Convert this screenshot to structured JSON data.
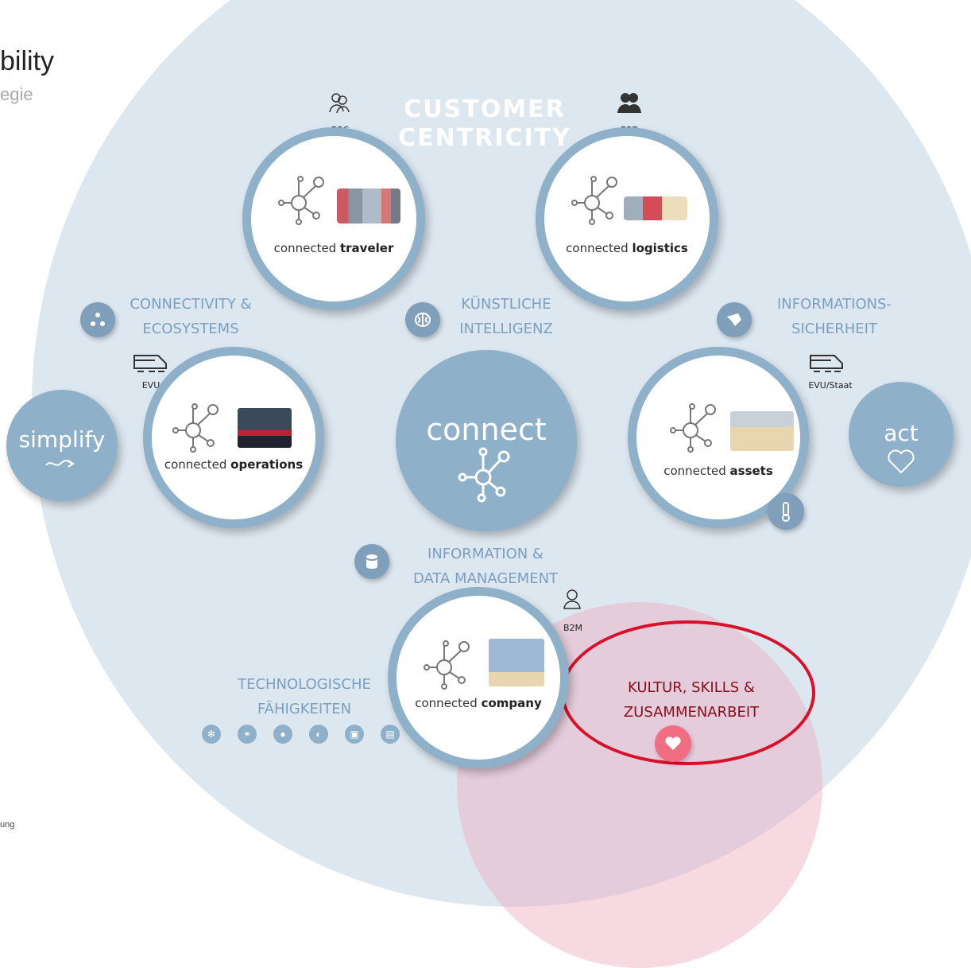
{
  "header": {
    "title": "bility",
    "subtitle": "egie"
  },
  "banner": {
    "line1": "CUSTOMER",
    "line2": "CENTRICITY"
  },
  "segments": {
    "b2c": "B2C",
    "b2b": "B2B",
    "evu": "EVU",
    "evu_staat": "EVU/Staat",
    "b2m": "B2M"
  },
  "nodes": {
    "traveler": {
      "prefix": "connected",
      "bold": "traveler"
    },
    "logistics": {
      "prefix": "connected",
      "bold": "logistics"
    },
    "operations": {
      "prefix": "connected",
      "bold": "operations"
    },
    "assets": {
      "prefix": "connected",
      "bold": "assets"
    },
    "company": {
      "prefix": "connected",
      "bold": "company"
    }
  },
  "center": {
    "label": "connect"
  },
  "side": {
    "simplify": "simplify",
    "act": "act"
  },
  "categories": {
    "connectivity_l1": "CONNECTIVITY &",
    "connectivity_l2": "ECOSYSTEMS",
    "ki_l1": "KÜNSTLICHE",
    "ki_l2": "INTELLIGENZ",
    "infosec_l1": "INFORMATIONS-",
    "infosec_l2": "SICHERHEIT",
    "idm_l1": "INFORMATION &",
    "idm_l2": "DATA MANAGEMENT",
    "tech_l1": "TECHNOLOGISCHE",
    "tech_l2": "FÄHIGKEITEN",
    "kultur_l1": "KULTUR, SKILLS &",
    "kultur_l2": "ZUSAMMENARBEIT"
  },
  "footer": {
    "fragment": "ung"
  },
  "colors": {
    "bg_circle": "#dde7f0",
    "node_ring": "#8fb0c9",
    "category_text": "#7a9fc0",
    "banner_text": "#ffffff",
    "culture_text": "#8a0d1c",
    "red_ring": "#d8102a",
    "heart": "#f06d82"
  },
  "icons": [
    "b2c-people-icon",
    "b2b-people-icon",
    "train-icon",
    "person-icon",
    "network-icon",
    "brain-icon",
    "shield-icon",
    "database-icon",
    "heart-icon",
    "thermometer-icon",
    "arrow-icon"
  ]
}
